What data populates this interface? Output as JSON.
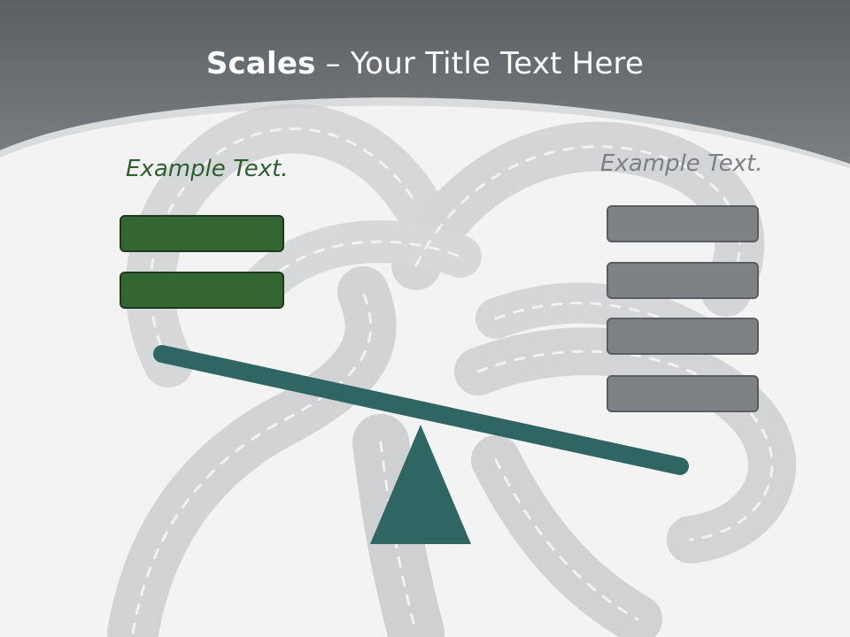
{
  "title": {
    "bold": "Scales",
    "rest": " – Your Title Text Here"
  },
  "left_panel": {
    "label": "Example Text.",
    "box_count": 2
  },
  "right_panel": {
    "label": "Example Text.",
    "box_count": 4
  },
  "colors": {
    "header": "#6d7276",
    "green_box": "#336633",
    "grey_box": "#7e8286",
    "beam": "#2f6664",
    "fulcrum": "#2f6664",
    "left_label": "#2f5f31",
    "right_label": "#7c8084"
  }
}
